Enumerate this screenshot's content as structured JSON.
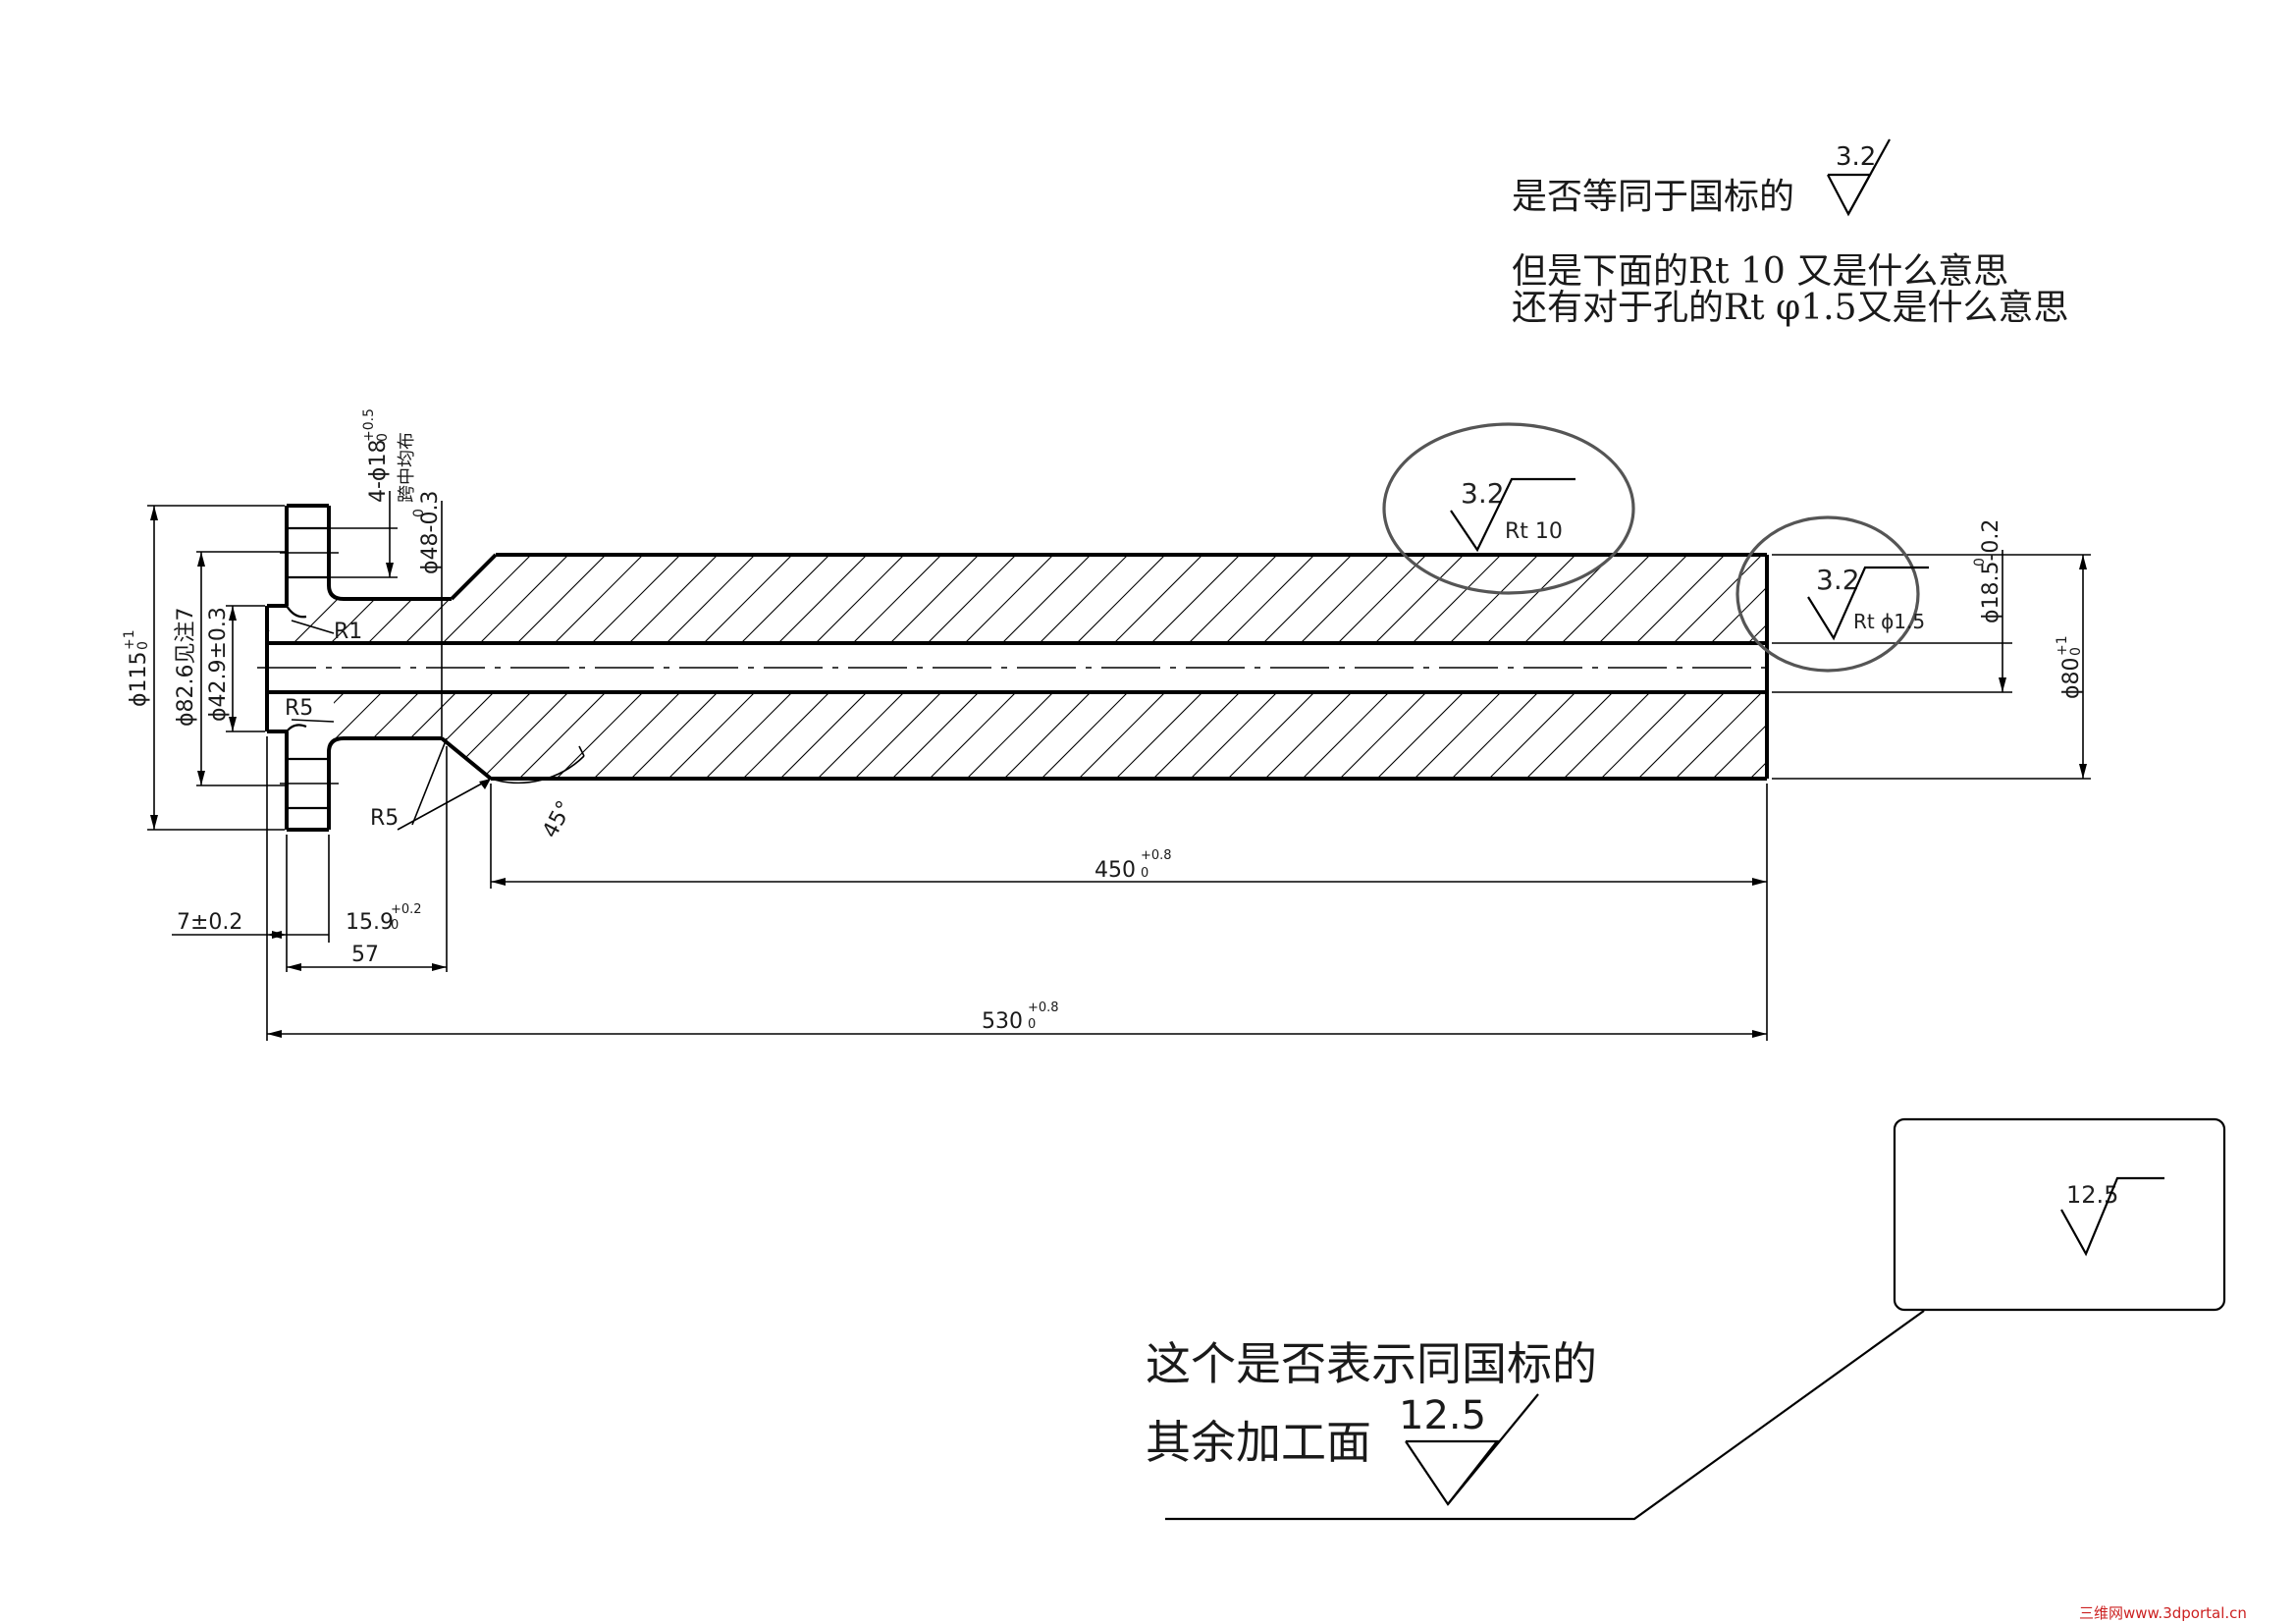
{
  "questions": {
    "line1": "是否等同于国标的",
    "line1_symbol_value": "3.2",
    "line2": "但是下面的Rt 10 又是什么意思",
    "line3": "还有对于孔的Rt φ1.5又是什么意思"
  },
  "bottom_question": {
    "line1": "这个是否表示同国标的",
    "line2": "其余加工面",
    "symbol_value": "12.5"
  },
  "surface_marks": {
    "outer": {
      "value": "3.2",
      "note": "Rt 10"
    },
    "bore": {
      "value": "3.2",
      "note": "Rt ϕ1.5"
    },
    "box": {
      "value": "12.5"
    }
  },
  "dimensions": {
    "dia_115": {
      "base": "ϕ115",
      "upper": "+1",
      "lower": "0"
    },
    "dia_82_6": {
      "text": "ϕ82.6见注7"
    },
    "dia_42_9": {
      "text": "ϕ42.9±0.3"
    },
    "holes": {
      "text": "4-ϕ18",
      "upper": "+0.5",
      "lower": "0",
      "note": "跨中均布"
    },
    "dia_48": {
      "text": "ϕ48-0.3",
      "upper": "0"
    },
    "dia_18_5": {
      "text": "ϕ18.5-0.2",
      "upper": "0"
    },
    "dia_80": {
      "base": "ϕ80",
      "upper": "+1",
      "lower": "0"
    },
    "r1": "R1",
    "r5_top": "R5",
    "r5_bottom": "R5",
    "angle": "45°",
    "len_450": {
      "base": "450",
      "upper": "+0.8",
      "lower": "0"
    },
    "len_7": "7±0.2",
    "len_15_9": {
      "base": "15.9",
      "upper": "+0.2",
      "lower": "0"
    },
    "len_57": "57",
    "len_530": {
      "base": "530",
      "upper": "+0.8",
      "lower": "0"
    }
  },
  "watermark": "三维网www.3dportal.cn",
  "colors": {
    "line": "#000000",
    "ellipse": "#555555",
    "watermark": "#cc2222"
  }
}
